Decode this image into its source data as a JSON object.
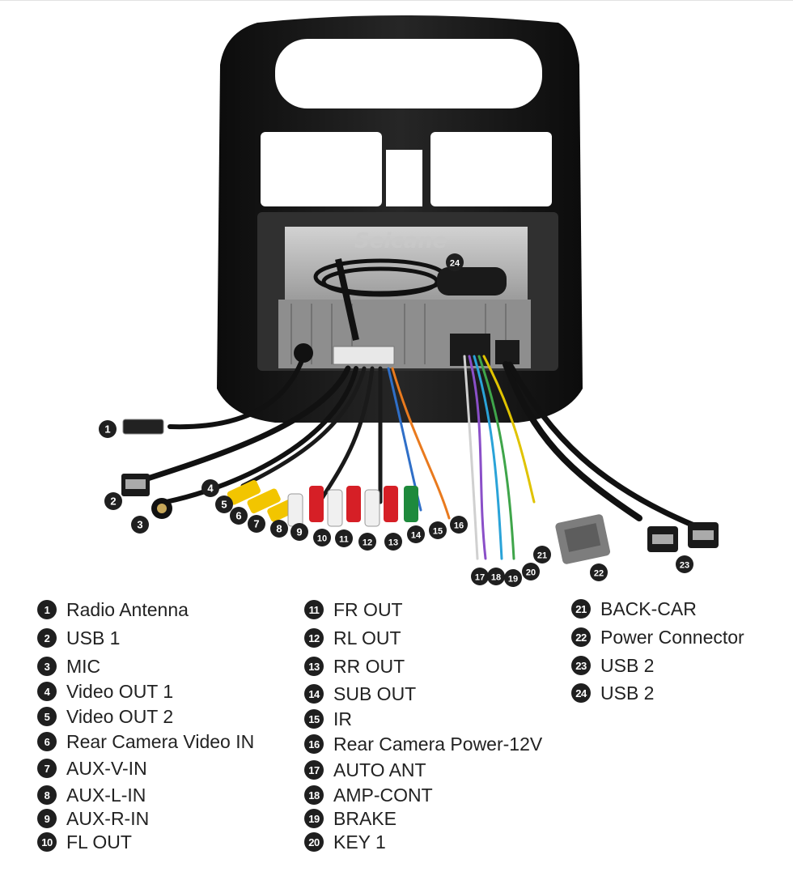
{
  "brand": "Seicane",
  "callouts": [
    "1",
    "2",
    "3",
    "4",
    "5",
    "6",
    "7",
    "8",
    "9",
    "10",
    "11",
    "12",
    "13",
    "14",
    "15",
    "16",
    "17",
    "18",
    "19",
    "20",
    "21",
    "22",
    "23",
    "24"
  ],
  "legend": [
    {
      "num": "1",
      "label": "Radio Antenna"
    },
    {
      "num": "2",
      "label": "USB 1"
    },
    {
      "num": "3",
      "label": "MIC"
    },
    {
      "num": "4",
      "label": "Video OUT 1"
    },
    {
      "num": "5",
      "label": "Video OUT 2"
    },
    {
      "num": "6",
      "label": "Rear Camera Video IN"
    },
    {
      "num": "7",
      "label": "AUX-V-IN"
    },
    {
      "num": "8",
      "label": "AUX-L-IN"
    },
    {
      "num": "9",
      "label": "AUX-R-IN"
    },
    {
      "num": "10",
      "label": "FL OUT"
    },
    {
      "num": "11",
      "label": "FR OUT"
    },
    {
      "num": "12",
      "label": "RL OUT"
    },
    {
      "num": "13",
      "label": "RR OUT"
    },
    {
      "num": "14",
      "label": "SUB OUT"
    },
    {
      "num": "15",
      "label": "IR"
    },
    {
      "num": "16",
      "label": "Rear Camera Power-12V"
    },
    {
      "num": "17",
      "label": "AUTO ANT"
    },
    {
      "num": "18",
      "label": "AMP-CONT"
    },
    {
      "num": "19",
      "label": "BRAKE"
    },
    {
      "num": "20",
      "label": "KEY 1"
    },
    {
      "num": "21",
      "label": "BACK-CAR"
    },
    {
      "num": "22",
      "label": "Power Connector"
    },
    {
      "num": "23",
      "label": "USB 2"
    },
    {
      "num": "24",
      "label": "USB 2"
    }
  ],
  "colors": {
    "frame": "#141414",
    "unit": "#b9b9b9",
    "rca_yellow": "#f2c500",
    "rca_red": "#d61f26",
    "rca_white": "#f0f0f0",
    "rca_green": "#1e8a3c",
    "connector_gray": "#7d7d7d",
    "callout": "#1f1f1f"
  }
}
